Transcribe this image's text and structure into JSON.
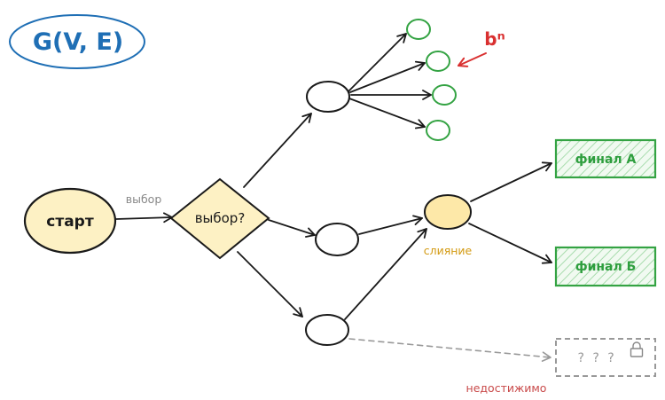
{
  "title": "G(V, E)",
  "nodes": {
    "start_label": "старт",
    "choice_label": "выбор?",
    "final_a_label": "финал А",
    "final_b_label": "финал Б",
    "unknown_label": "? ? ?"
  },
  "annotations": {
    "choice_edge_label": "выбор",
    "merge_label": "слияние",
    "unreachable_label": "недостижимо",
    "branching_label": "bⁿ"
  },
  "icons": {
    "lock": "lock-icon"
  },
  "colors": {
    "title_blue": "#1f6fb5",
    "node_fill": "#fdf1c4",
    "merge_fill": "#fde8a8",
    "leaf_green": "#34a343",
    "final_green": "#2e9e3e",
    "bn_red": "#d93030",
    "merge_orange": "#d39a12",
    "unreachable_red": "#c94a4a",
    "dashed_gray": "#999999",
    "edge_dark": "#1a1a1a"
  }
}
